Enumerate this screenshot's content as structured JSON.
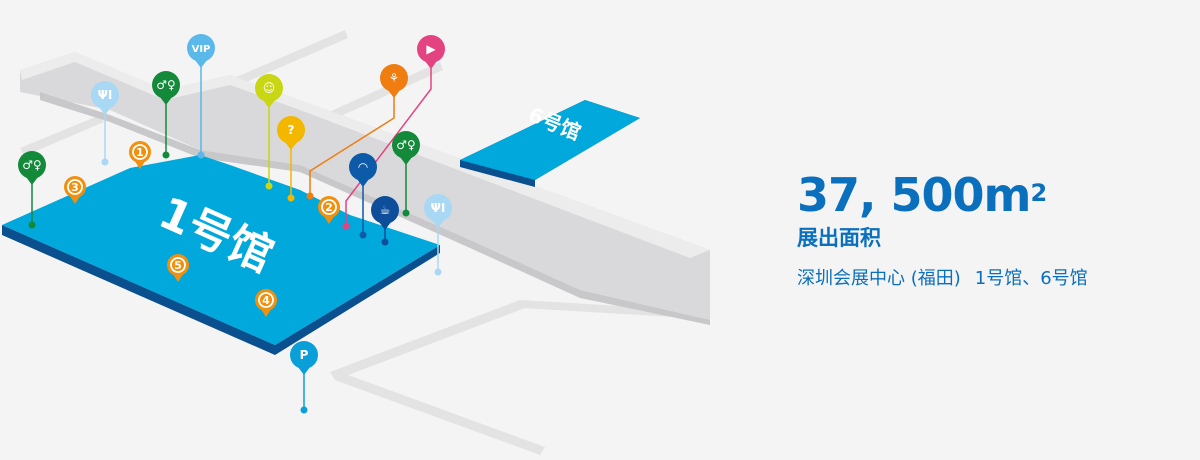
{
  "map": {
    "halls": [
      {
        "id": "hall-1",
        "label": "1号馆"
      },
      {
        "id": "hall-6",
        "label": "6号馆"
      }
    ],
    "pins": [
      {
        "name": "restroom",
        "icon": "restroom-icon",
        "glyph": "♂♀",
        "color": "#13893a"
      },
      {
        "name": "number-3",
        "icon": "number-3-marker",
        "glyph": "3",
        "color": "#f0900f"
      },
      {
        "name": "restaurant",
        "icon": "restaurant-icon",
        "glyph": "ΨΙ",
        "color": "#a8d8f4"
      },
      {
        "name": "number-1",
        "icon": "number-1-marker",
        "glyph": "1",
        "color": "#f0900f"
      },
      {
        "name": "restroom",
        "icon": "restroom-icon",
        "glyph": "♂♀",
        "color": "#13893a"
      },
      {
        "name": "vip",
        "icon": "vip-icon",
        "glyph": "VIP",
        "color": "#5bb8ea"
      },
      {
        "name": "meeting",
        "icon": "meeting-icon",
        "glyph": "☺",
        "color": "#c8d613"
      },
      {
        "name": "info",
        "icon": "question-icon",
        "glyph": "?",
        "color": "#f3b700"
      },
      {
        "name": "business",
        "icon": "handshake-icon",
        "glyph": "⚘",
        "color": "#ef7d10"
      },
      {
        "name": "media",
        "icon": "play-icon",
        "glyph": "▶",
        "color": "#e44381"
      },
      {
        "name": "wifi",
        "icon": "wifi-icon",
        "glyph": "◠",
        "color": "#0d5aa8"
      },
      {
        "name": "number-2",
        "icon": "number-2-marker",
        "glyph": "2",
        "color": "#f0900f"
      },
      {
        "name": "cafe",
        "icon": "cup-icon",
        "glyph": "☕",
        "color": "#0d4d9a"
      },
      {
        "name": "restroom",
        "icon": "restroom-icon",
        "glyph": "♂♀",
        "color": "#13893a"
      },
      {
        "name": "restaurant",
        "icon": "restaurant-icon",
        "glyph": "ΨΙ",
        "color": "#a8d8f4"
      },
      {
        "name": "number-5",
        "icon": "number-5-marker",
        "glyph": "5",
        "color": "#f0900f"
      },
      {
        "name": "number-4",
        "icon": "number-4-marker",
        "glyph": "4",
        "color": "#f0900f"
      },
      {
        "name": "parking",
        "icon": "parking-icon",
        "glyph": "P",
        "color": "#0a9fd8"
      }
    ]
  },
  "info": {
    "area_value": "37, 500m",
    "area_sup": "2",
    "area_label": "展出面积",
    "venue": "深圳会展中心 (福田)",
    "halls_text": "1号馆、6号馆"
  },
  "colors": {
    "accent": "#0a6fbd",
    "hall": "#00a8dc",
    "hall_edge": "#0a4f8e"
  }
}
